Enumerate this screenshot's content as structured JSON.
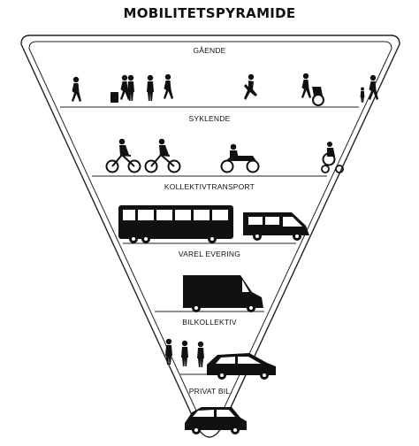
{
  "title": "MOBILITETSPYRAMIDE",
  "levels": [
    {
      "label": "GÅENDE",
      "icons": [
        "walking-person-icon",
        "person-with-suitcase-icon",
        "person-with-stroller-icon",
        "pedestrian-group-icon",
        "running-person-icon",
        "person-pushing-wheelchair-icon",
        "child-and-adult-walking-icon"
      ]
    },
    {
      "label": "SYKLENDE",
      "icons": [
        "cyclists-icon",
        "moped-rider-icon",
        "child-on-tricycle-icon"
      ]
    },
    {
      "label": "KOLLEKTIVTRANSPORT",
      "icons": [
        "bus-icon",
        "minibus-icon"
      ]
    },
    {
      "label": "VAREL EVERING",
      "icons": [
        "delivery-van-icon"
      ]
    },
    {
      "label": "BILKOLLEKTIV",
      "icons": [
        "people-group-icon",
        "car-icon"
      ]
    },
    {
      "label": "PRIVAT BIL",
      "icons": [
        "small-car-icon"
      ]
    }
  ],
  "colors": {
    "outline": "#222222",
    "silhouette": "#111111",
    "background": "#ffffff"
  }
}
